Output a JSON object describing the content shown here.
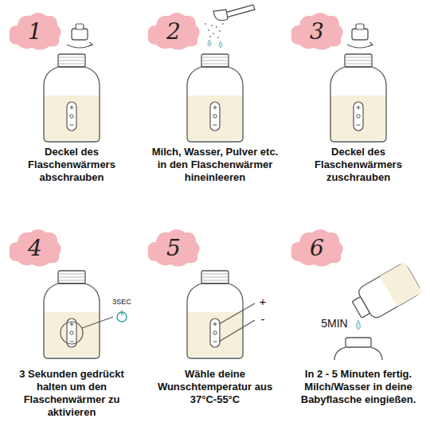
{
  "diagram": {
    "nodes": [
      {
        "text": [
          "1"
        ]
      },
      {
        "text": [
          "2"
        ]
      },
      {
        "text": [
          "3"
        ]
      },
      {
        "text": [
          "4"
        ]
      },
      {
        "text": [
          "5"
        ]
      },
      {
        "text": [
          "6"
        ]
      }
    ],
    "labels": [
      "Deckel des Flaschenwärmers abschrauben",
      "Milch, Wasser, Pulver etc. in den Flaschenwärmer hineinleeren",
      "Deckel des Flaschenwärmers zuschrauben",
      "3SEC",
      "3 Sekunden gedrückt halten um den Flaschenwärmer zu aktivieren",
      "+",
      "-",
      "Wähle deine Wunschtemperatur aus 37°C-55°C",
      "5MIN",
      "In 2 - 5 Minuten fertig. Milch/Wasser in deine Babyflasche eingießen."
    ]
  }
}
